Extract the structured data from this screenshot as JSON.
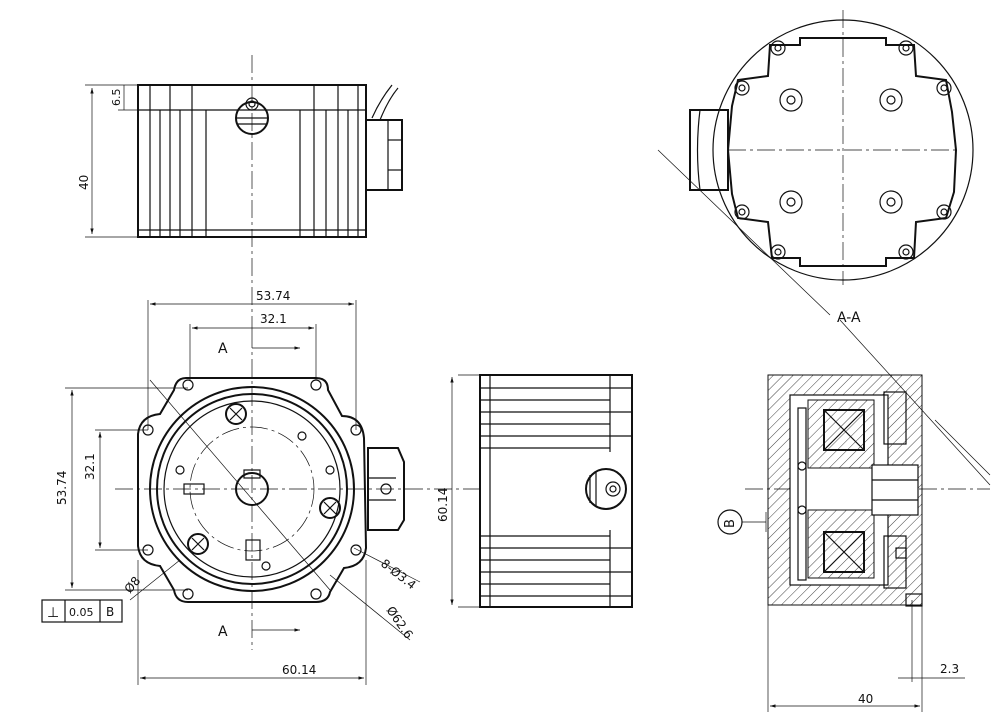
{
  "views": {
    "top": {
      "dim_height": "40",
      "dim_small": "6.5"
    },
    "front": {
      "dim_overall_width": "53.74",
      "dim_hole_spacing_x": "32.1",
      "dim_hole_spacing_y": "32.1",
      "dim_overall_height": "53.74",
      "dim_bottom_width": "60.14",
      "dim_holes": "8-Ø3.4",
      "dim_diameter": "Ø62.6",
      "dim_small_dia": "Ø8",
      "section_mark_top": "A",
      "section_mark_bottom": "A",
      "tolerance": {
        "symbol": "⊥",
        "value": "0.05",
        "datum": "B"
      }
    },
    "side": {
      "dim_height": "60.14"
    },
    "section_view": {
      "label": "A-A"
    },
    "section": {
      "datum_label": "B",
      "dim_small": "2.3",
      "dim_width": "40"
    }
  }
}
